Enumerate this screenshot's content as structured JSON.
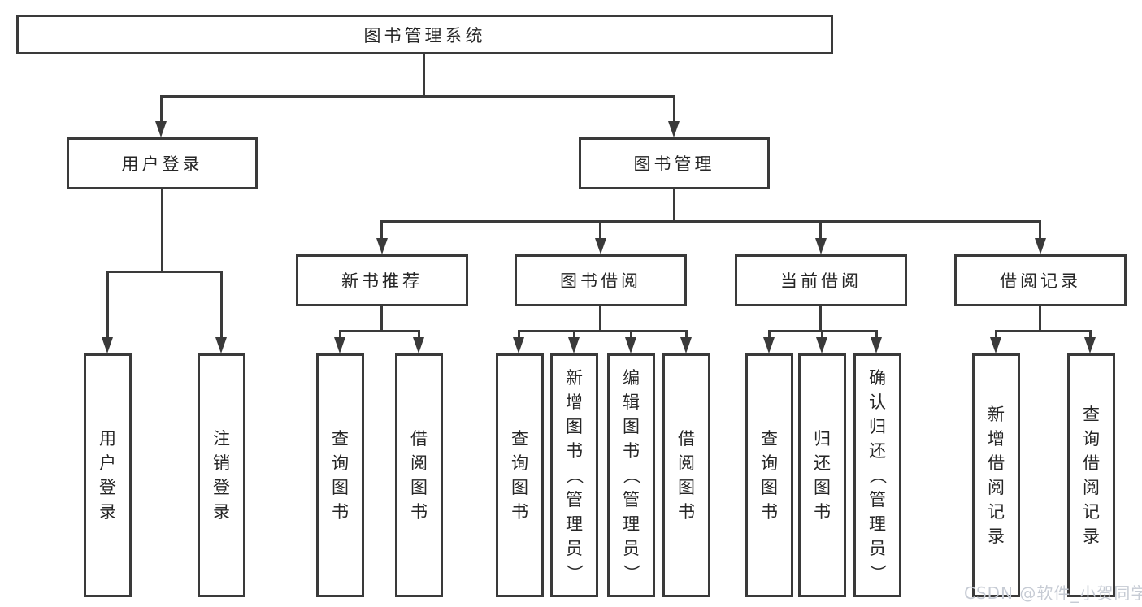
{
  "diagram": {
    "root": {
      "label": "图书管理系统"
    },
    "level1": [
      {
        "label": "用户登录"
      },
      {
        "label": "图书管理"
      }
    ],
    "level2": [
      {
        "label": "新书推荐"
      },
      {
        "label": "图书借阅"
      },
      {
        "label": "当前借阅"
      },
      {
        "label": "借阅记录"
      }
    ],
    "leaves": {
      "user_login": [
        "用户登录",
        "注销登录"
      ],
      "new_book": [
        "查询图书",
        "借阅图书"
      ],
      "book_borrow": [
        "查询图书",
        "新增图书（管理员）",
        "编辑图书（管理员）",
        "借阅图书"
      ],
      "current_borrow": [
        "查询图书",
        "归还图书",
        "确认归还（管理员）"
      ],
      "borrow_record": [
        "新增借阅记录",
        "查询借阅记录"
      ]
    }
  },
  "watermark": {
    "text": "CSDN @软件_小贺同学"
  },
  "colors": {
    "line": "#3a3a3a",
    "text": "#262626",
    "background": "#ffffff",
    "watermark": "#c6cbd4"
  }
}
